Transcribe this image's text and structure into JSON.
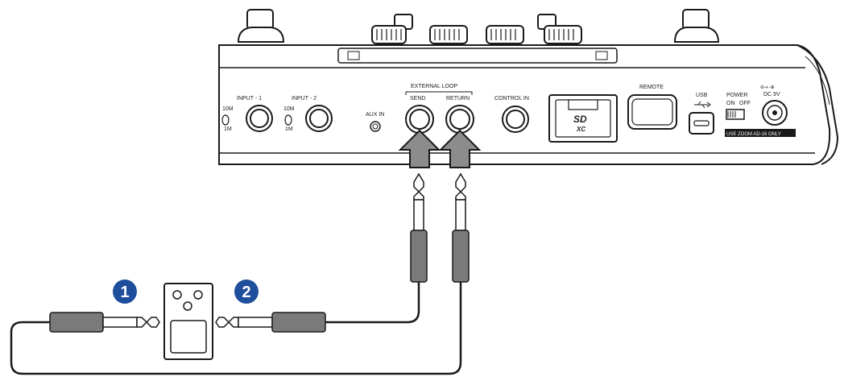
{
  "panel": {
    "input1_label": "INPUT - 1",
    "input2_label": "INPUT - 2",
    "switch_high": "10M",
    "switch_low": "1M",
    "aux_in_label": "AUX IN",
    "external_loop_label": "EXTERNAL LOOP",
    "send_label": "SEND",
    "return_label": "RETURN",
    "control_in_label": "CONTROL IN",
    "sd_label": "SD",
    "sd_sub_label": "XC",
    "remote_label": "REMOTE",
    "usb_label": "USB",
    "power_label": "POWER",
    "power_on": "ON",
    "power_off": "OFF",
    "dc_label": "DC 9V",
    "adapter_note": "USE ZOOM AD-16 ONLY"
  },
  "steps": [
    {
      "number": "1"
    },
    {
      "number": "2"
    }
  ],
  "colors": {
    "badge": "#1f4e9c",
    "line": "#1a1a1a",
    "cable_sleeve": "#7a7a7a",
    "arrow": "#8c8c8c"
  }
}
